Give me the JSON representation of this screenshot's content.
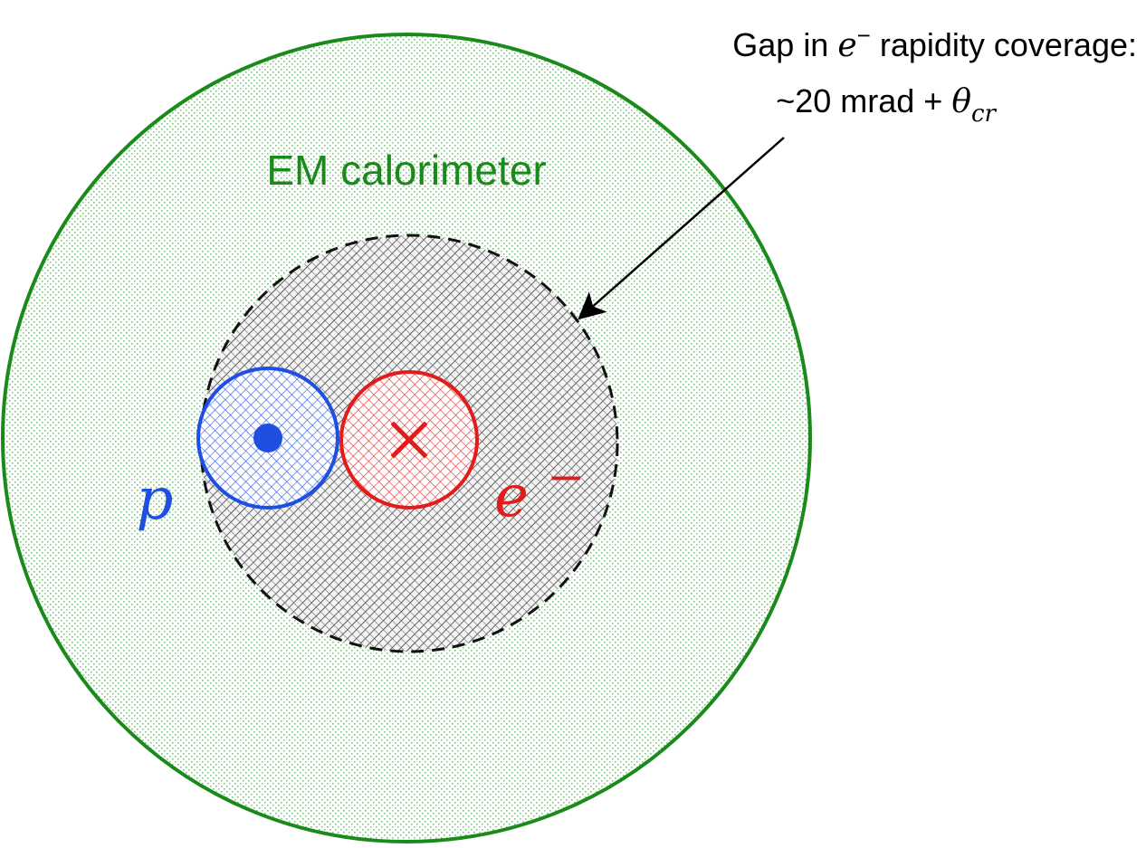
{
  "colors": {
    "calorimeter": "#1a8a1a",
    "calorimeter_fill": "#8fd08f",
    "gap_region": "#000000",
    "proton": "#1f4fe0",
    "electron": "#e21b1b",
    "annotation": "#000000"
  },
  "labels": {
    "calorimeter": "EM calorimeter",
    "proton": "p",
    "electron_base": "e",
    "electron_sup": "−",
    "cross_symbol": "×"
  },
  "annotation": {
    "line1_prefix": "Gap in ",
    "line1_math": "e",
    "line1_sup": "−",
    "line1_suffix": " rapidity coverage:",
    "line2_prefix": "~20 mrad + ",
    "line2_math": "θ",
    "line2_sub": "cr"
  },
  "icons": {
    "proton_beam": "dot-out-of-page-icon",
    "electron_beam": "cross-into-page-icon"
  }
}
